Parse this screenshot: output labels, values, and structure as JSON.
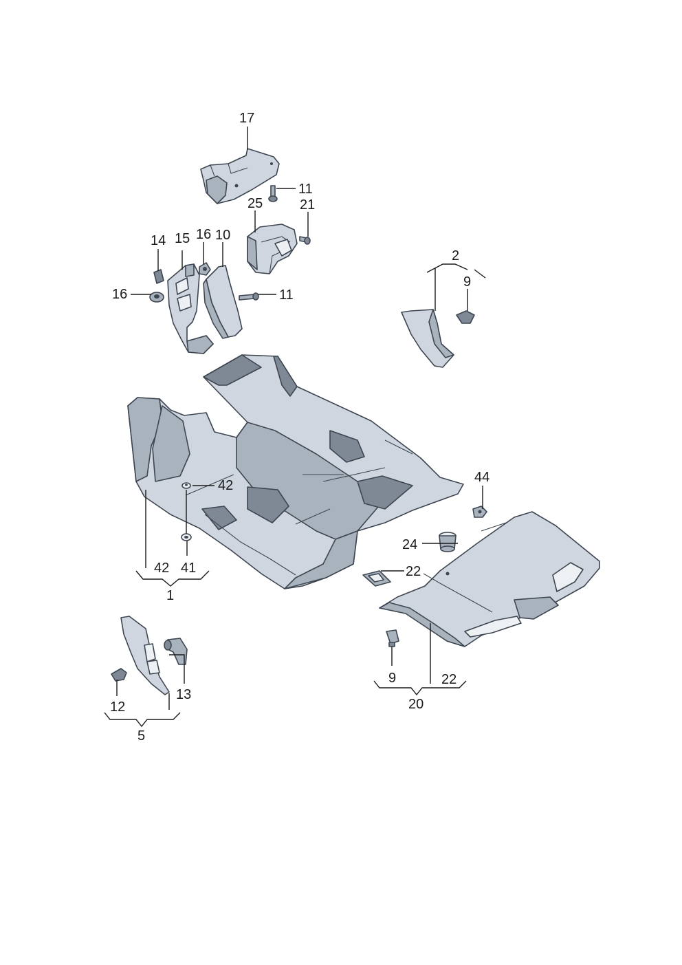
{
  "labels": {
    "c17": "17",
    "c11_top": "11",
    "c25": "25",
    "c21": "21",
    "c14": "14",
    "c15": "15",
    "c16_top": "16",
    "c10": "10",
    "c16_left": "16",
    "c11_mid": "11",
    "c2": "2",
    "c9_right": "9",
    "c42_mid": "42",
    "c44": "44",
    "c24": "24",
    "c22_small": "22",
    "c42_bottom": "42",
    "c41": "41",
    "c1": "1",
    "c13": "13",
    "c12": "12",
    "c5": "5",
    "c9_bottom": "9",
    "c22_bottom": "22",
    "c20": "20"
  },
  "colors": {
    "part_light": "#cfd6df",
    "part_mid": "#a9b3be",
    "part_dark": "#7f8995",
    "outline": "#3d4550",
    "text": "#1a1a1a"
  }
}
